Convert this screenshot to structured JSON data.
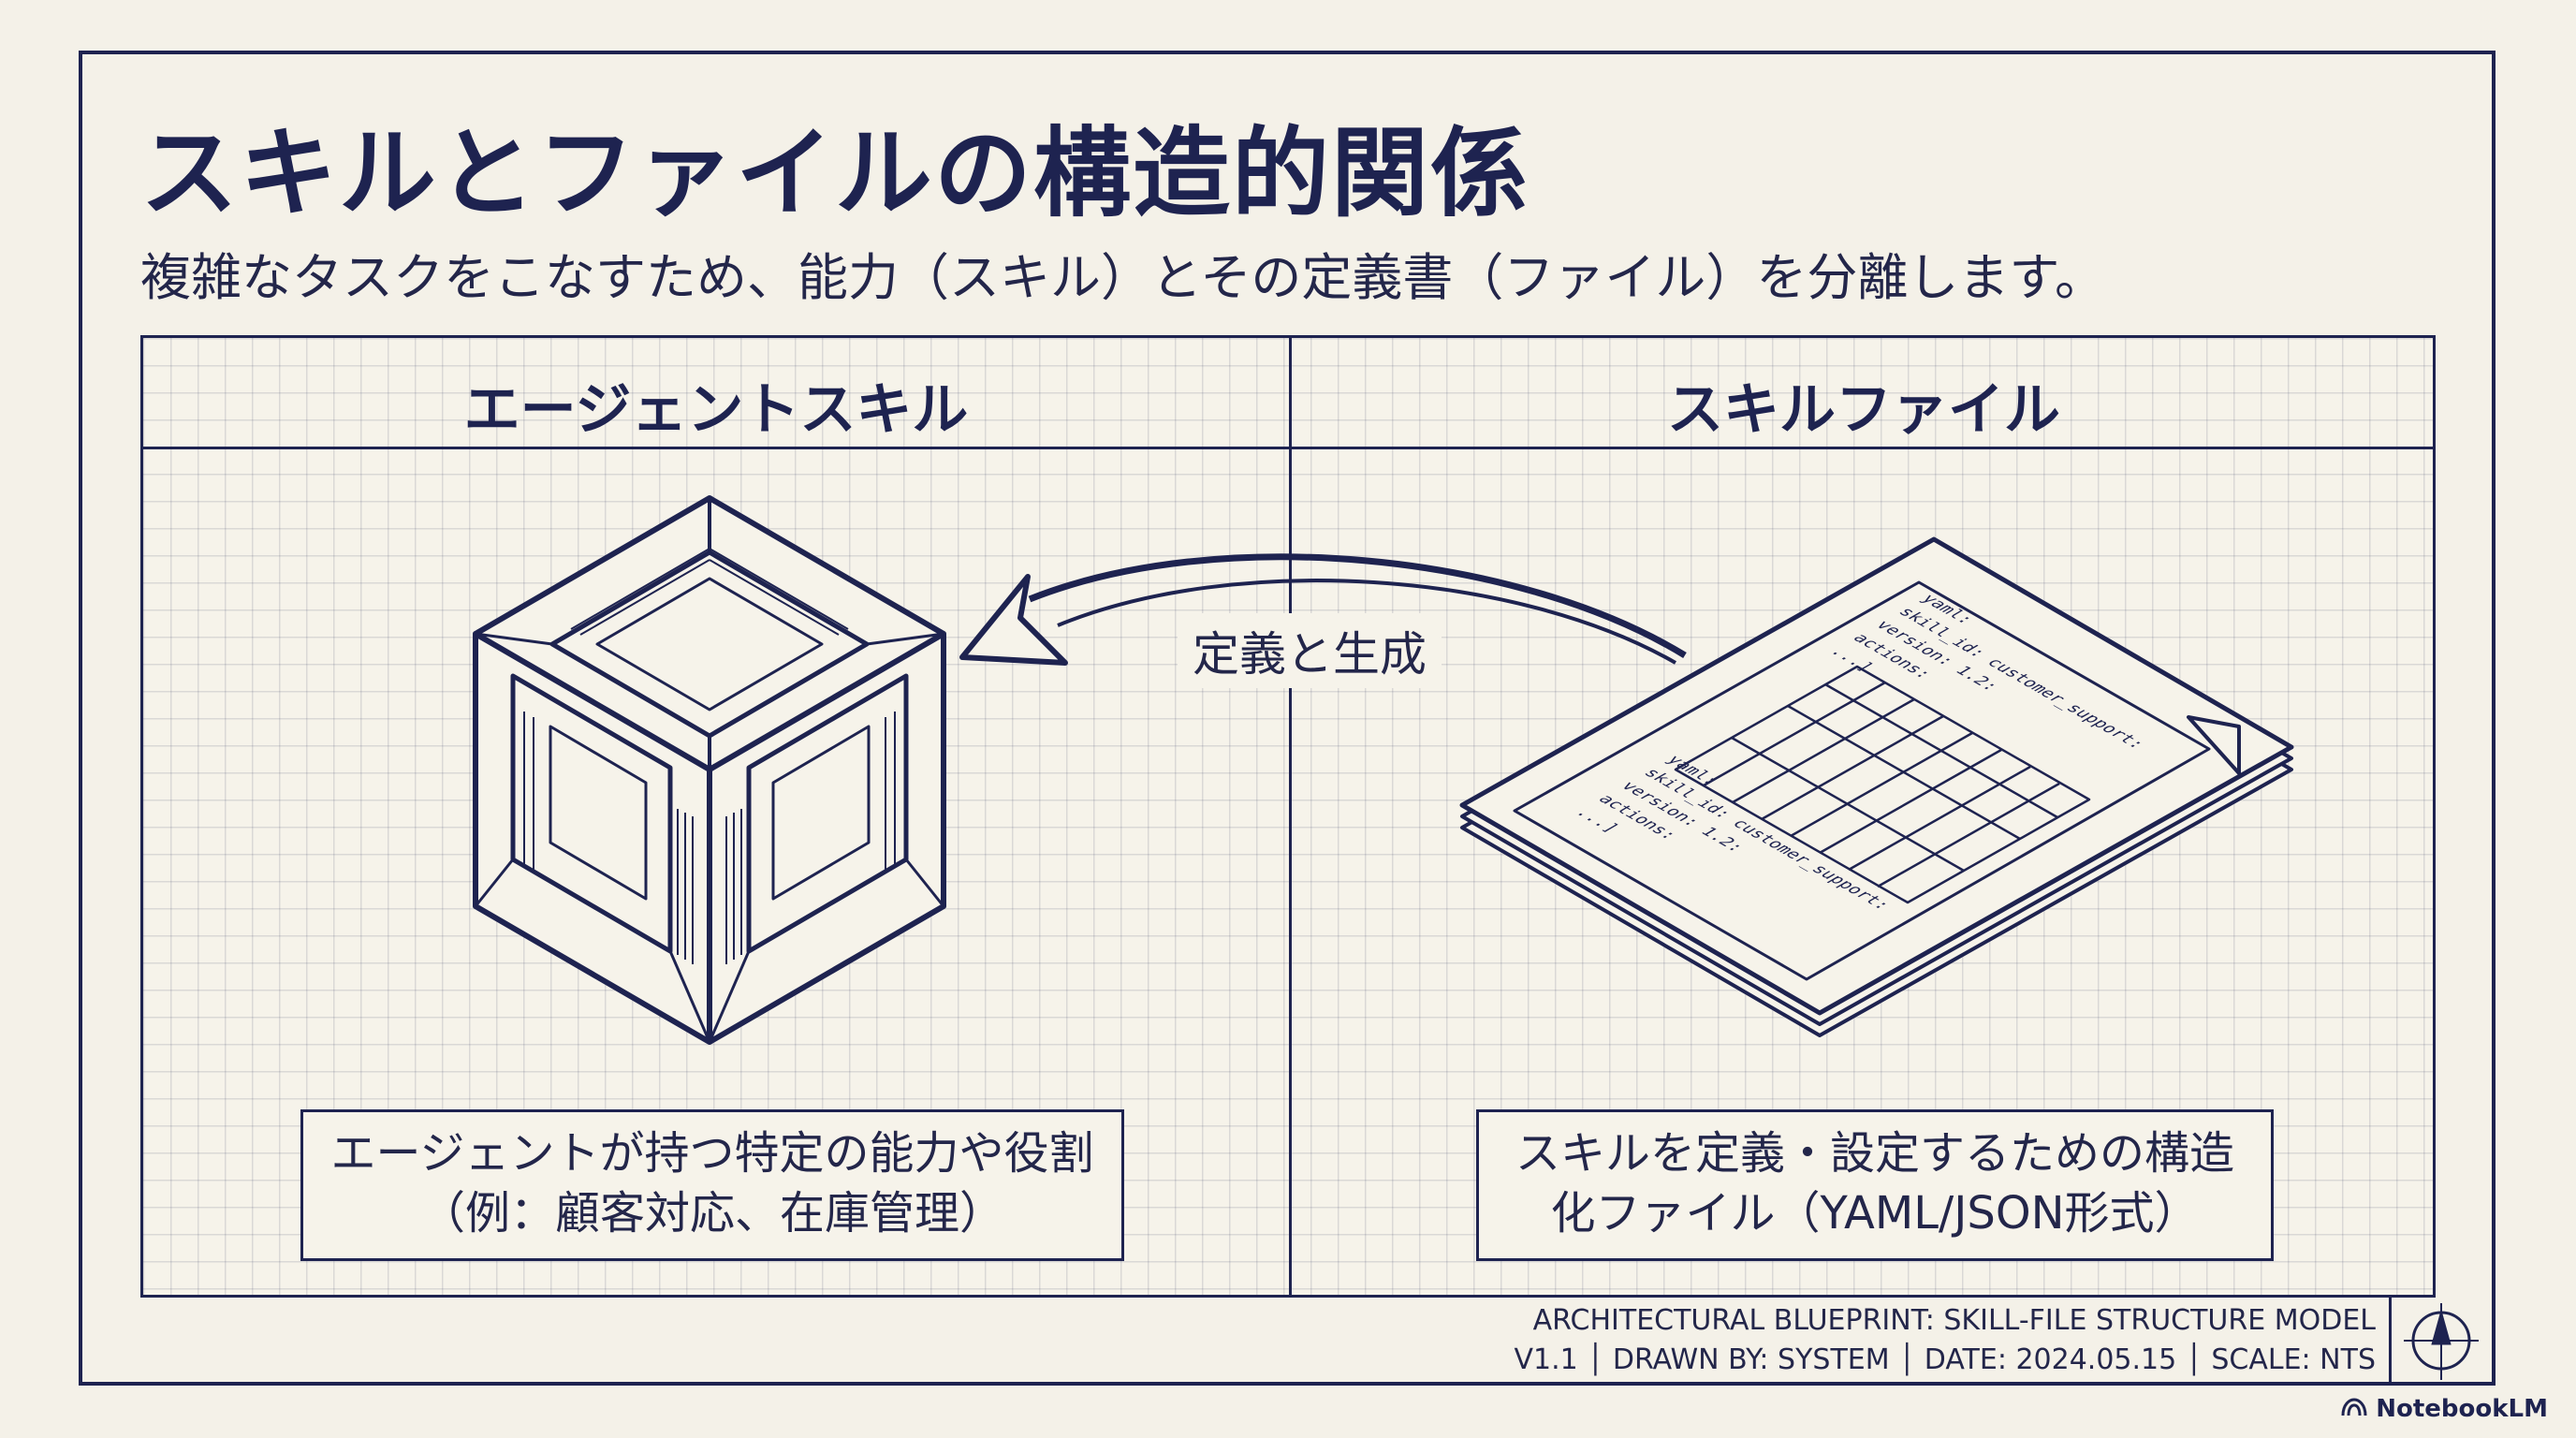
{
  "title": "スキルとファイルの構造的関係",
  "subtitle": "複雑なタスクをこなすため、能力（スキル）とその定義書（ファイル）を分離します。",
  "left_column": {
    "header": "エージェントスキル",
    "caption_line1": "エージェントが持つ特定の能力や役割",
    "caption_line2": "（例：顧客対応、在庫管理）"
  },
  "right_column": {
    "header": "スキルファイル",
    "caption_line1": "スキルを定義・設定するための構造",
    "caption_line2": "化ファイル（YAML/JSON形式）"
  },
  "arrow_label": "定義と生成",
  "document_text": {
    "upper": [
      "yaml:",
      "skill_id: customer_support:",
      "version: 1.2:",
      "actions:",
      "...]"
    ],
    "lower": [
      "yaml:",
      "skill_id: customer_support:",
      "version: 1.2:",
      "actions:",
      "...]"
    ]
  },
  "footer": {
    "line1": "ARCHITECTURAL BLUEPRINT: SKILL-FILE STRUCTURE MODEL",
    "line2": "V1.1 │ DRAWN BY: SYSTEM │ DATE: 2024.05.15 │ SCALE: NTS"
  },
  "brand": "NotebookLM",
  "colors": {
    "ink": "#1e2350",
    "paper": "#f4f1e8",
    "grid": "#c9c8cf"
  }
}
